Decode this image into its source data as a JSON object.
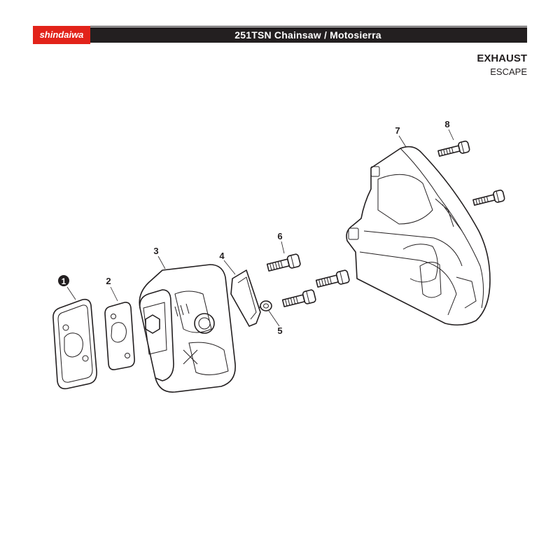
{
  "header": {
    "brand": "shindaiwa",
    "title": "251TSN Chainsaw / Motosierra",
    "accent_color": "#e2231a",
    "bar_color": "#231f20"
  },
  "section": {
    "title": "EXHAUST",
    "subtitle": "ESCAPE"
  },
  "callouts": [
    {
      "number": "1",
      "style": "filled-circle"
    },
    {
      "number": "2"
    },
    {
      "number": "3"
    },
    {
      "number": "4"
    },
    {
      "number": "5"
    },
    {
      "number": "6"
    },
    {
      "number": "7"
    },
    {
      "number": "8"
    }
  ]
}
